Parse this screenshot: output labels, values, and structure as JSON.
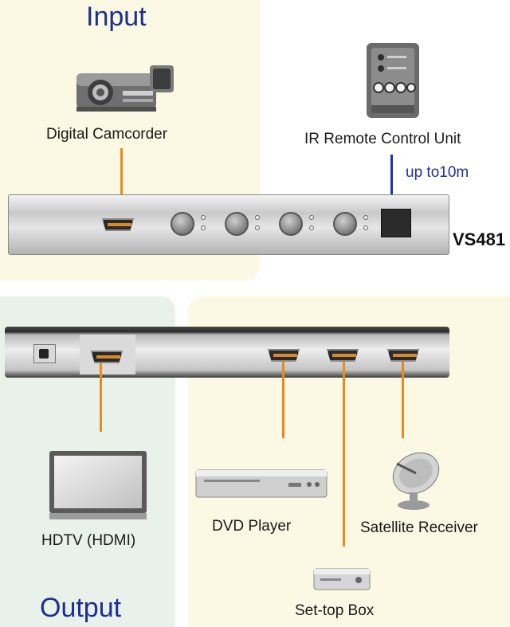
{
  "sections": {
    "input_title": "Input",
    "output_title": "Output"
  },
  "devices": {
    "camcorder": "Digital Camcorder",
    "remote": "IR Remote Control Unit",
    "remote_range": "up to10m",
    "switch_model": "VS481",
    "hdtv": "HDTV (HDMI)",
    "dvd": "DVD Player",
    "satellite": "Satellite Receiver",
    "settop": "Set-top Box"
  },
  "colors": {
    "title": "#1c2f8f",
    "orange_cable": "#e88a1c",
    "blue_cable": "#1b3a9e",
    "input_panel": "#fbf8e3",
    "output_panel": "#e8f1ea"
  },
  "icons": [
    "camcorder-icon",
    "remote-control-icon",
    "tv-icon",
    "dvd-player-icon",
    "satellite-dish-icon",
    "set-top-box-icon",
    "hdmi-port-icon",
    "power-jack-icon"
  ]
}
